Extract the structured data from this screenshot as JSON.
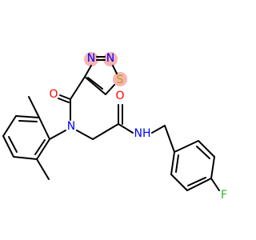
{
  "diagram": {
    "type": "chemical-structure",
    "colors": {
      "bond": "#000000",
      "oxygen": "#ff0000",
      "nitrogen": "#0000ff",
      "sulfur": "#b8a000",
      "fluorine": "#32b432",
      "highlight": "#f4a6a6"
    },
    "labels": {
      "ring_n1": "N",
      "ring_n2": "N",
      "ring_s": "S",
      "amide_o": "O",
      "tert_n": "N",
      "amide_o2": "O",
      "nh": "NH",
      "f": "F"
    }
  }
}
